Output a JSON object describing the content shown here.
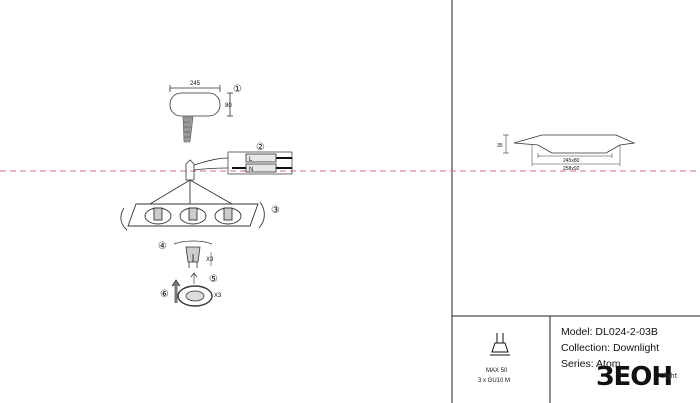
{
  "drawing": {
    "top_dimension": "245",
    "side_dimension": "80",
    "profile_depth": "35",
    "cutout_dimension": "245x80",
    "outer_dimension": "258x92",
    "step_labels": [
      "①",
      "②",
      "③",
      "④",
      "⑤",
      "⑥"
    ],
    "terminal_letters": [
      "L",
      "N"
    ],
    "quantity_label_1": "X3",
    "quantity_label_2": "X3"
  },
  "title_block": {
    "model": "Model: DL024-2-03B",
    "collection": "Collection: Downlight",
    "series": "Series: Atom",
    "max_power": "MAX 50",
    "lamp": "3 x GU10 M",
    "brand": "ЗЕОН",
    "brand_sub": "Light"
  }
}
